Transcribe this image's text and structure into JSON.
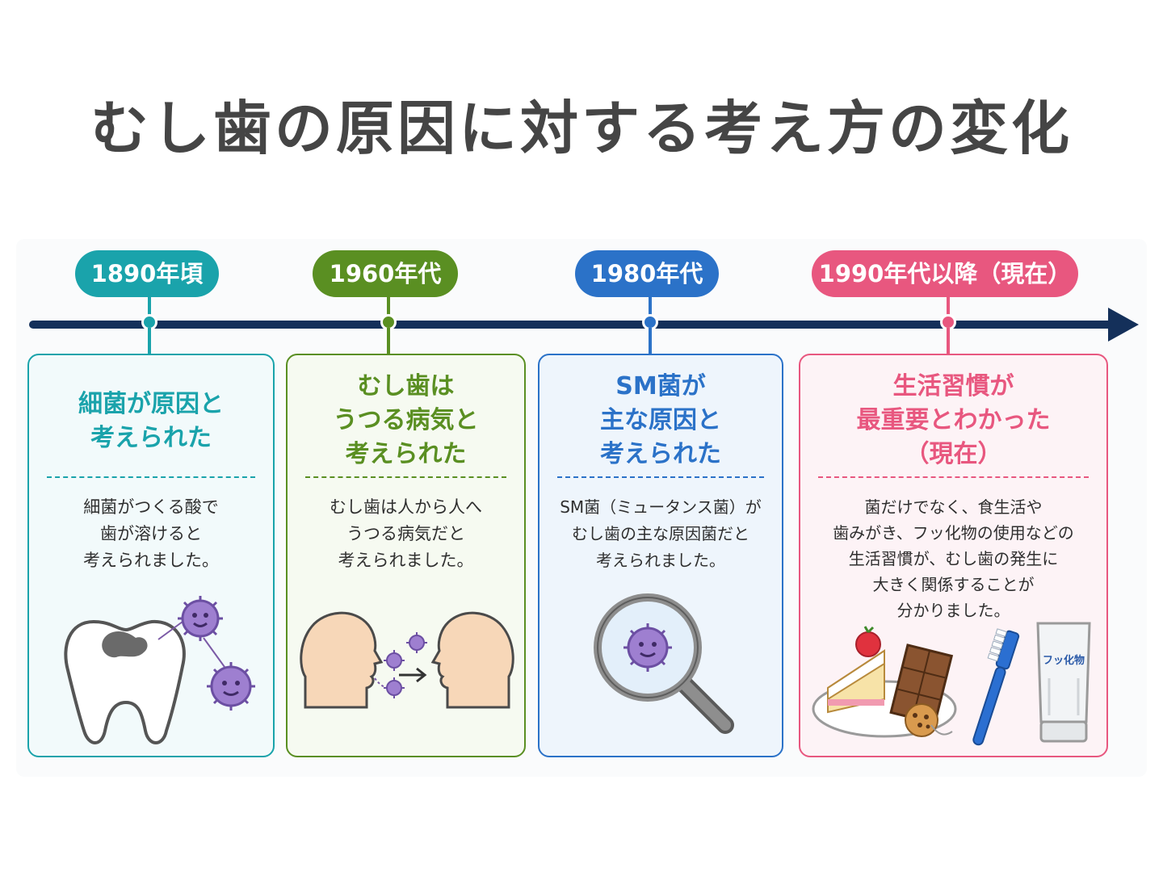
{
  "title": "むし歯の原因に対する考え方の変化",
  "periods": [
    {
      "label": "1890年頃",
      "color": "#1aa3ab",
      "bg": "#f2fafb",
      "heading": [
        "細菌が原因と",
        "考えられた"
      ],
      "body": [
        "細菌がつくる酸で",
        "歯が溶けると",
        "考えられました。"
      ],
      "illustration": "tooth-with-bacteria"
    },
    {
      "label": "1960年代",
      "color": "#5a8f22",
      "bg": "#f6faf1",
      "heading": [
        "むし歯は",
        "うつる病気と",
        "考えられた"
      ],
      "body": [
        "むし歯は人から人へ",
        "うつる病気だと",
        "考えられました。"
      ],
      "illustration": "person-to-person-transmission"
    },
    {
      "label": "1980年代",
      "color": "#2b72c8",
      "bg": "#eef5fc",
      "heading": [
        "SM菌が",
        "主な原因と",
        "考えられた"
      ],
      "body": [
        "SM菌（ミュータンス菌）が",
        "むし歯の主な原因菌だと",
        "考えられました。"
      ],
      "illustration": "magnifier-bacteria"
    },
    {
      "label": "1990年代以降（現在）",
      "color": "#e8577f",
      "bg": "#fdf3f6",
      "heading": [
        "生活習慣が",
        "最重要とわかった",
        "（現在）"
      ],
      "body": [
        "菌だけでなく、食生活や",
        "歯みがき、フッ化物の使用などの",
        "生活習慣が、むし歯の発生に",
        "大きく関係することが",
        "分かりました。"
      ],
      "illustration": "sweets-toothbrush-fluoride",
      "tube_label": "フッ化物"
    }
  ]
}
